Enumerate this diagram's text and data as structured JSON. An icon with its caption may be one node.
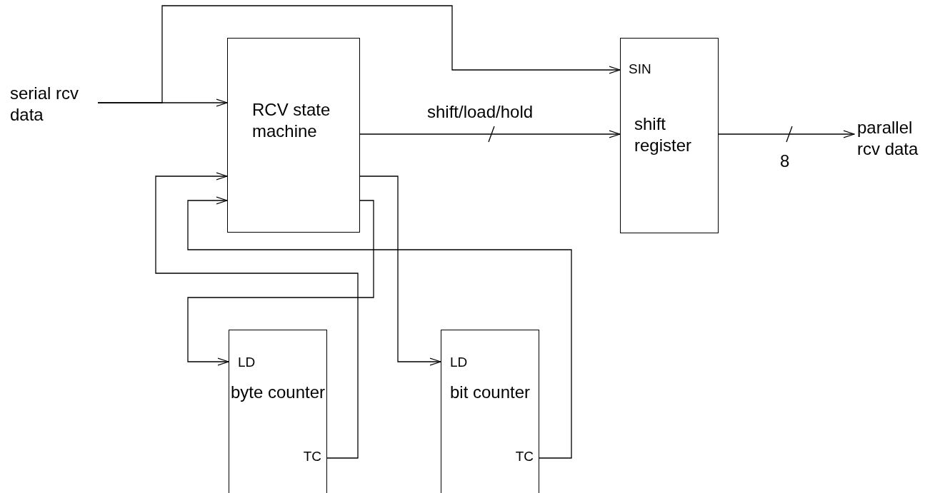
{
  "diagram": {
    "nodes": [
      {
        "text": [
          "serial rcv data"
        ]
      },
      {
        "text": [
          "RCV state machine"
        ]
      },
      {
        "text": [
          "SIN",
          "shift register"
        ]
      },
      {
        "text": [
          "parallel rcv data"
        ]
      },
      {
        "text": [
          "LD",
          "byte counter",
          "TC"
        ]
      },
      {
        "text": [
          "LD",
          "bit counter",
          "TC"
        ]
      }
    ],
    "edges": [
      {
        "from": 0,
        "to": 1,
        "arrow": "to"
      },
      {
        "from": 0,
        "to": 2,
        "arrow": "to"
      },
      {
        "from": 1,
        "to": 2,
        "arrow": "to",
        "label": "shift/load/hold"
      },
      {
        "from": 2,
        "to": 3,
        "arrow": "to",
        "label": "8"
      },
      {
        "from": 4,
        "to": 1,
        "arrow": "to"
      },
      {
        "from": 5,
        "to": 1,
        "arrow": "to"
      },
      {
        "from": 1,
        "to": 4,
        "arrow": "to"
      },
      {
        "from": 1,
        "to": 5,
        "arrow": "to"
      }
    ]
  }
}
